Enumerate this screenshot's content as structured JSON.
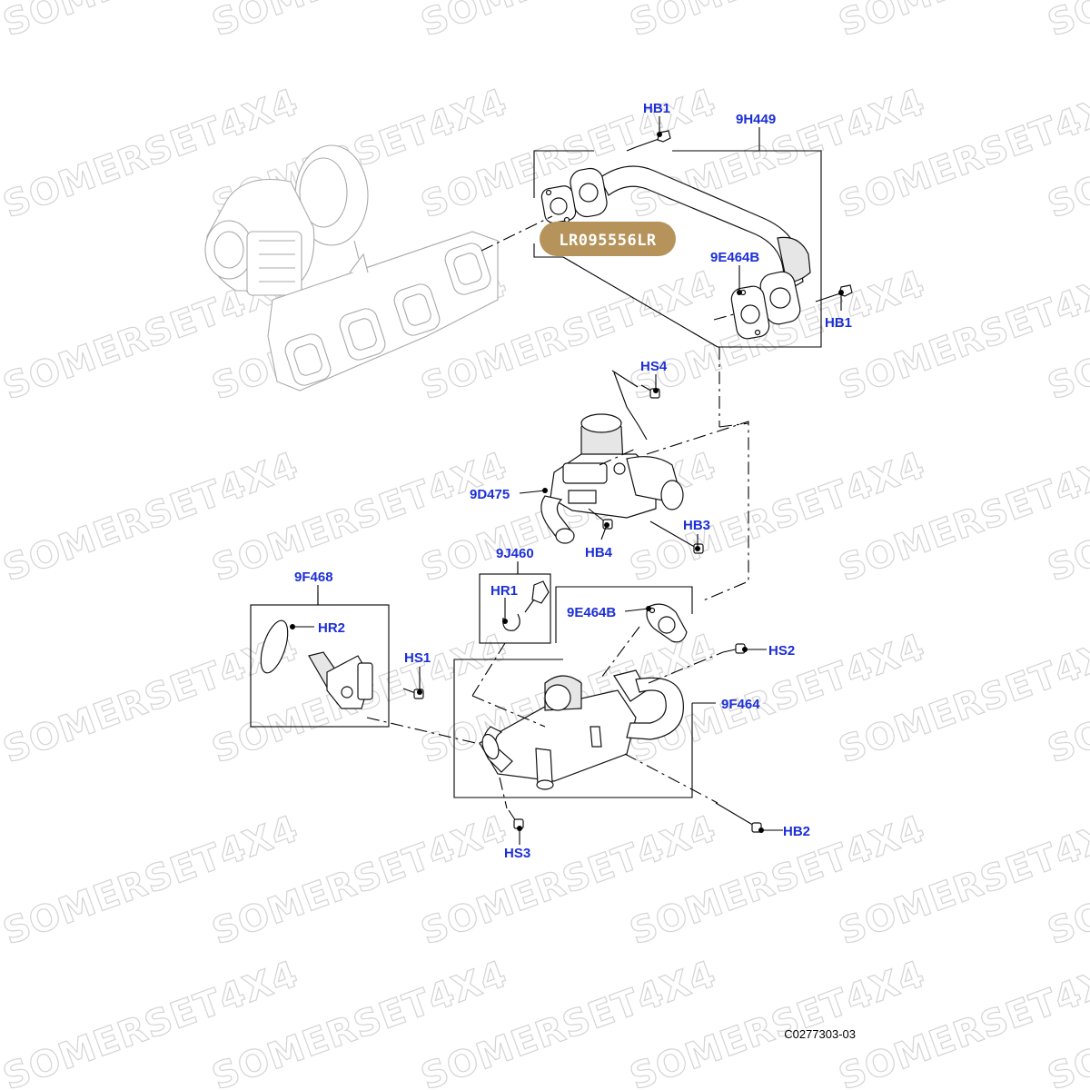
{
  "watermark": {
    "text": "SOMERSET4X4"
  },
  "part_number_badge": {
    "text": "LR095556LR",
    "color": "#b5935a"
  },
  "colors": {
    "label": "#1c2fd6",
    "badge": "#b5935a"
  },
  "callouts": {
    "hb1_top": "HB1",
    "p9h449": "9H449",
    "p9e464b_top": "9E464B",
    "hb1_right": "HB1",
    "hs4": "HS4",
    "p9d475": "9D475",
    "hb3": "HB3",
    "hb4": "HB4",
    "p9j460": "9J460",
    "hr1": "HR1",
    "p9f468": "9F468",
    "hr2": "HR2",
    "hs1": "HS1",
    "p9e464b_mid": "9E464B",
    "hs2": "HS2",
    "p9f464": "9F464",
    "hb2": "HB2",
    "hs3": "HS3"
  },
  "reference_code": "C0277303-03"
}
